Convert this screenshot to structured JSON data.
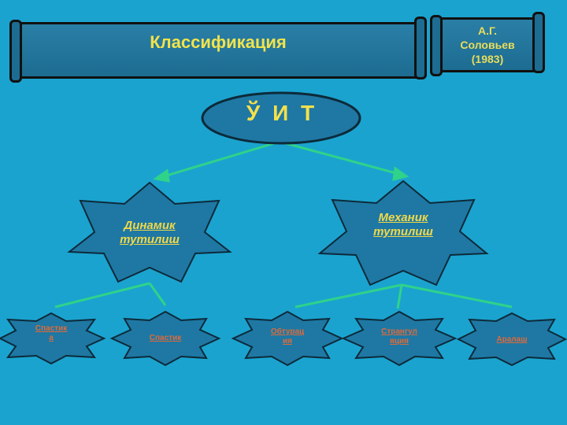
{
  "header": {
    "title": "Классификация",
    "author": "А.Г.\nСоловьев\n(1983)"
  },
  "diagram": {
    "root": "Ў И Т",
    "level1": [
      {
        "label": "Динамик\n тутилиш"
      },
      {
        "label": "Механик\nтутилиш"
      }
    ],
    "level2": [
      {
        "label": "Спастик\nа"
      },
      {
        "label": "Спастик"
      },
      {
        "label": "Обтурац\nия"
      },
      {
        "label": "Странгул\nяция"
      },
      {
        "label": "Аралаш"
      }
    ]
  },
  "colors": {
    "background": "#1ba3cf",
    "node_fill": "#1e78a3",
    "node_stroke": "#0d2a3a",
    "connector": "#2fd38a",
    "title_text": "#f2e34a"
  }
}
